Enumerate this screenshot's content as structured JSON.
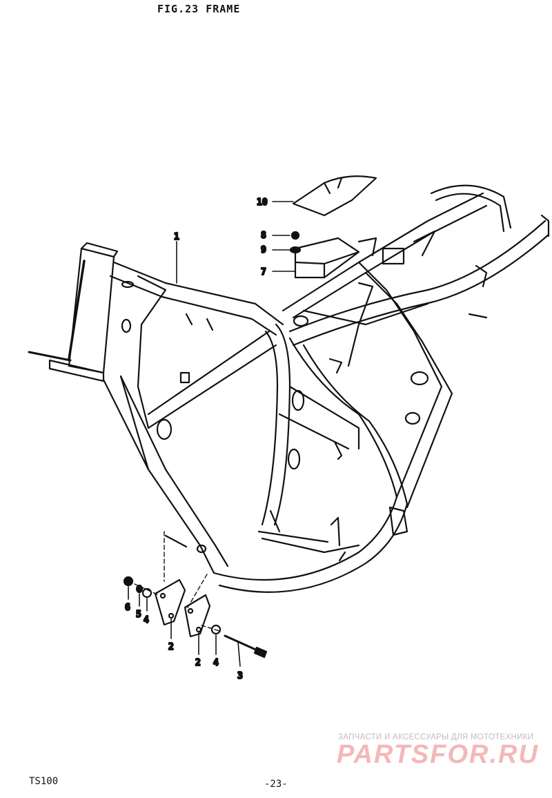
{
  "figure": {
    "title": "FIG.23  FRAME"
  },
  "footer": {
    "model": "TS100",
    "page": "-23-"
  },
  "watermark": {
    "tagline": "ЗАПЧАСТИ И АКСЕССУАРЫ ДЛЯ МОТОТЕХНИКИ",
    "logo": "PARTSFOR.RU",
    "color": "#f3b8b8"
  },
  "callouts": {
    "frame": "1",
    "bracket_left": "2",
    "bracket_right": "2",
    "bolt": "3",
    "washer_left": "4",
    "washer_right": "4",
    "lock_washer": "5",
    "nut": "6",
    "bracket_seat": "7",
    "bolt_small": "8",
    "washer_small": "9",
    "cover": "10"
  }
}
